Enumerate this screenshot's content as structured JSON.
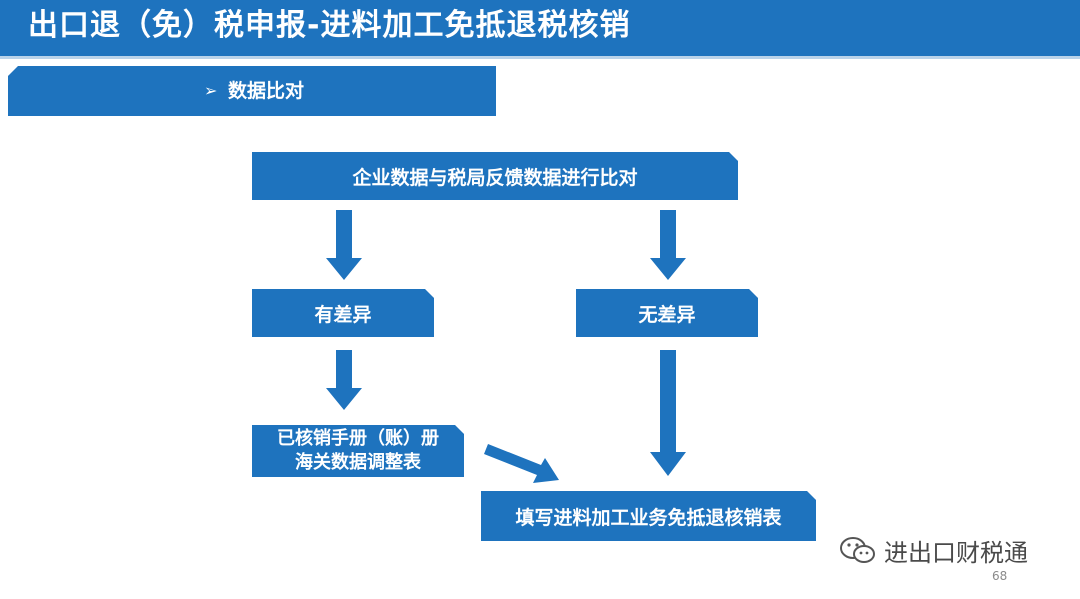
{
  "title": "出口退（免）税申报-进料加工免抵退税核销",
  "section": {
    "arrow_glyph": "➢",
    "label": "数据比对"
  },
  "flow": {
    "compare": "企业数据与税局反馈数据进行比对",
    "has_diff": "有差异",
    "no_diff": "无差异",
    "adjust": "已核销手册（账）册\n海关数据调整表",
    "fill": "填写进料加工业务免抵退核销表"
  },
  "watermark": "进出口财税通",
  "page_number": "68",
  "colors": {
    "primary": "#1e73be",
    "text_on_primary": "#ffffff"
  }
}
